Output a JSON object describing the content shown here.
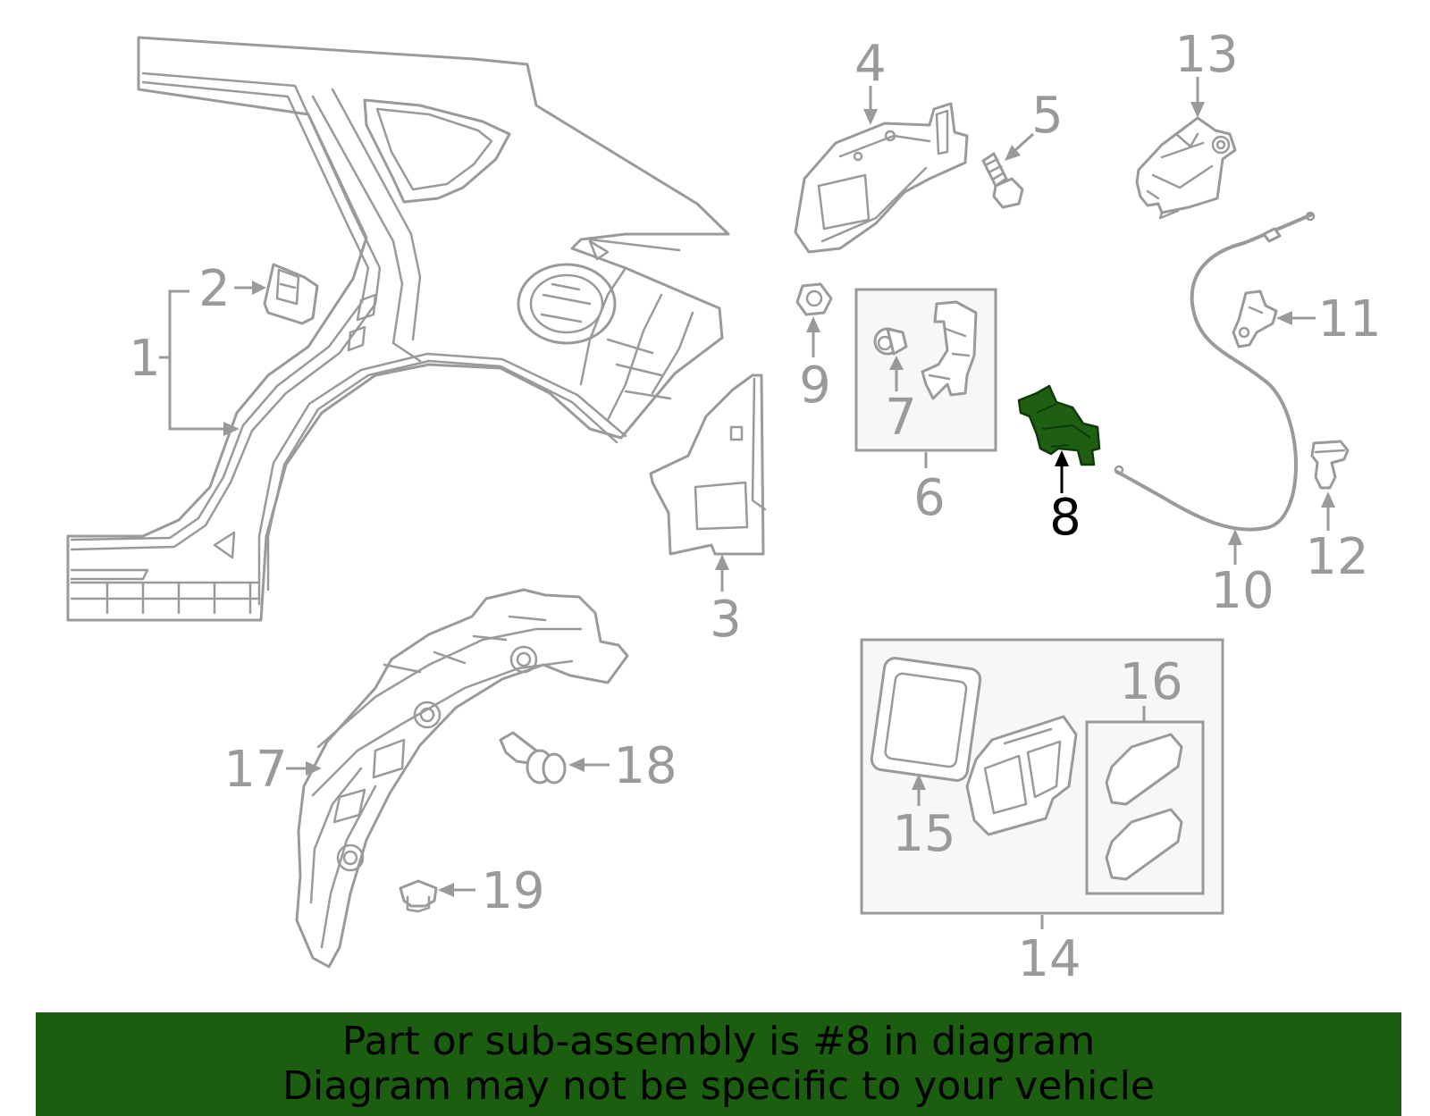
{
  "callouts": {
    "c1": "1",
    "c2": "2",
    "c3": "3",
    "c4": "4",
    "c5": "5",
    "c6": "6",
    "c7": "7",
    "c8": "8",
    "c9": "9",
    "c10": "10",
    "c11": "11",
    "c12": "12",
    "c13": "13",
    "c14": "14",
    "c15": "15",
    "c16": "16",
    "c17": "17",
    "c18": "18",
    "c19": "19"
  },
  "highlight": {
    "part": "8",
    "color": "#1e5f12"
  },
  "colors": {
    "line": "#9a9a9a",
    "banner": "#1b5e10"
  },
  "banner": {
    "line1": "Part or sub-assembly is #8 in diagram",
    "line2": "Diagram may not be specific to your vehicle"
  }
}
